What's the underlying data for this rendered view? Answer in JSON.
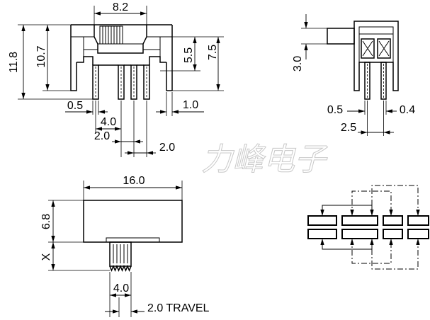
{
  "colors": {
    "line": "#000000",
    "background": "#ffffff",
    "watermark": "#c9c9c9"
  },
  "front_view": {
    "actuator_width": "8.2",
    "overall_height": "11.8",
    "body_height": "10.7",
    "upper_height": "5.5",
    "lower_height": "7.5",
    "pin_thickness": "0.5",
    "pin_spacing": "4.0",
    "pitch_a": "2.0",
    "pitch_b": "2.0",
    "leg_width": "1.0"
  },
  "side_view": {
    "actuator_height": "3.0",
    "pin_thickness": "0.5",
    "pin_gap": "0.4",
    "pin_pitch": "2.5"
  },
  "top_view": {
    "length": "16.0",
    "width": "6.8",
    "actuator_length": "X",
    "actuator_width": "4.0",
    "travel": "2.0 TRAVEL"
  },
  "watermark": "力峰电子"
}
